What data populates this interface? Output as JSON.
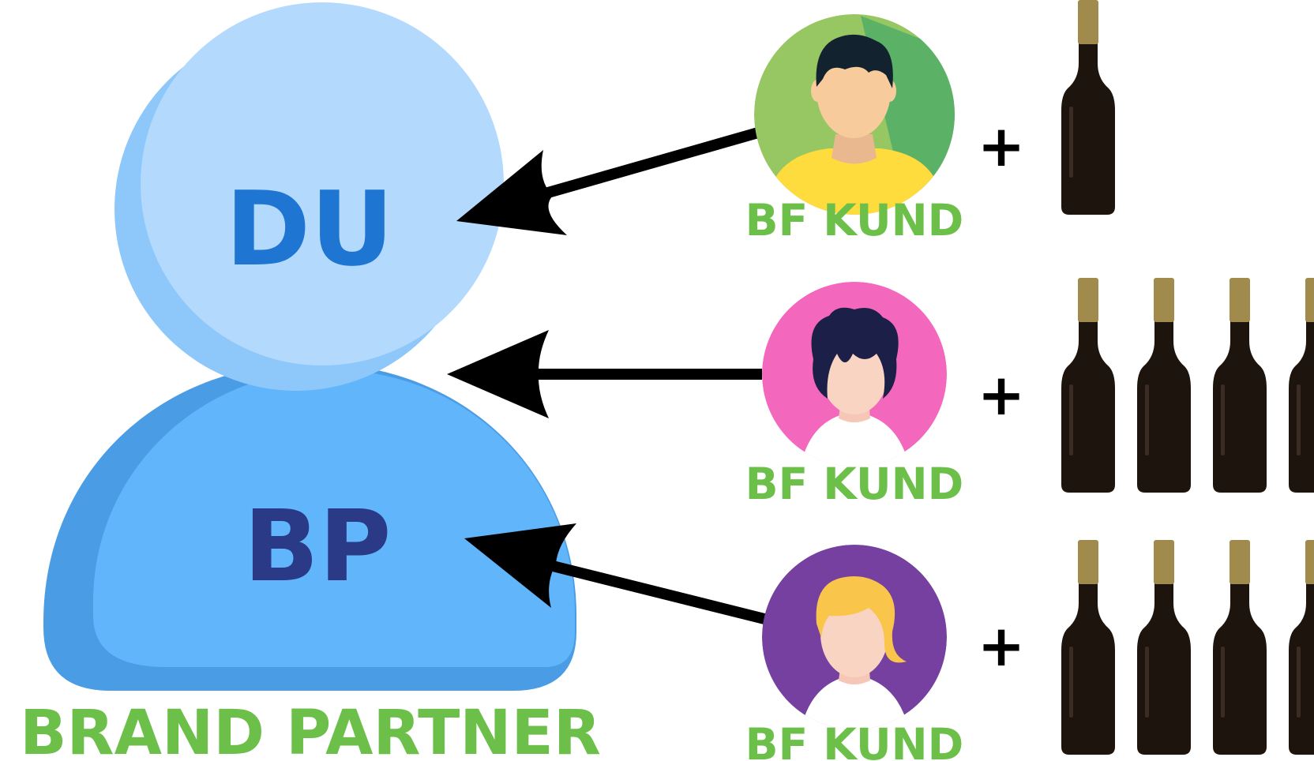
{
  "partner": {
    "du_label": "DU",
    "bp_label": "BP",
    "caption": "BRAND PARTNER"
  },
  "customers": [
    {
      "label": "BF KUND",
      "plus": "+",
      "bottles": 1,
      "avatar": "man-green-avatar-icon"
    },
    {
      "label": "BF KUND",
      "plus": "+",
      "bottles": 4,
      "avatar": "woman-pink-avatar-icon"
    },
    {
      "label": "BF KUND",
      "plus": "+",
      "bottles": 4,
      "avatar": "woman-purple-avatar-icon"
    }
  ],
  "colors": {
    "head_light": "#b3d9fd",
    "head_mid": "#8ec8fb",
    "body_light": "#61b5fb",
    "body_dark": "#4a9ce4",
    "du_text": "#1e76d2",
    "bp_text": "#2b3a87",
    "green_text": "#6cc04a",
    "bottle": "#1e140e",
    "bottle_cap": "#a08a4c"
  }
}
